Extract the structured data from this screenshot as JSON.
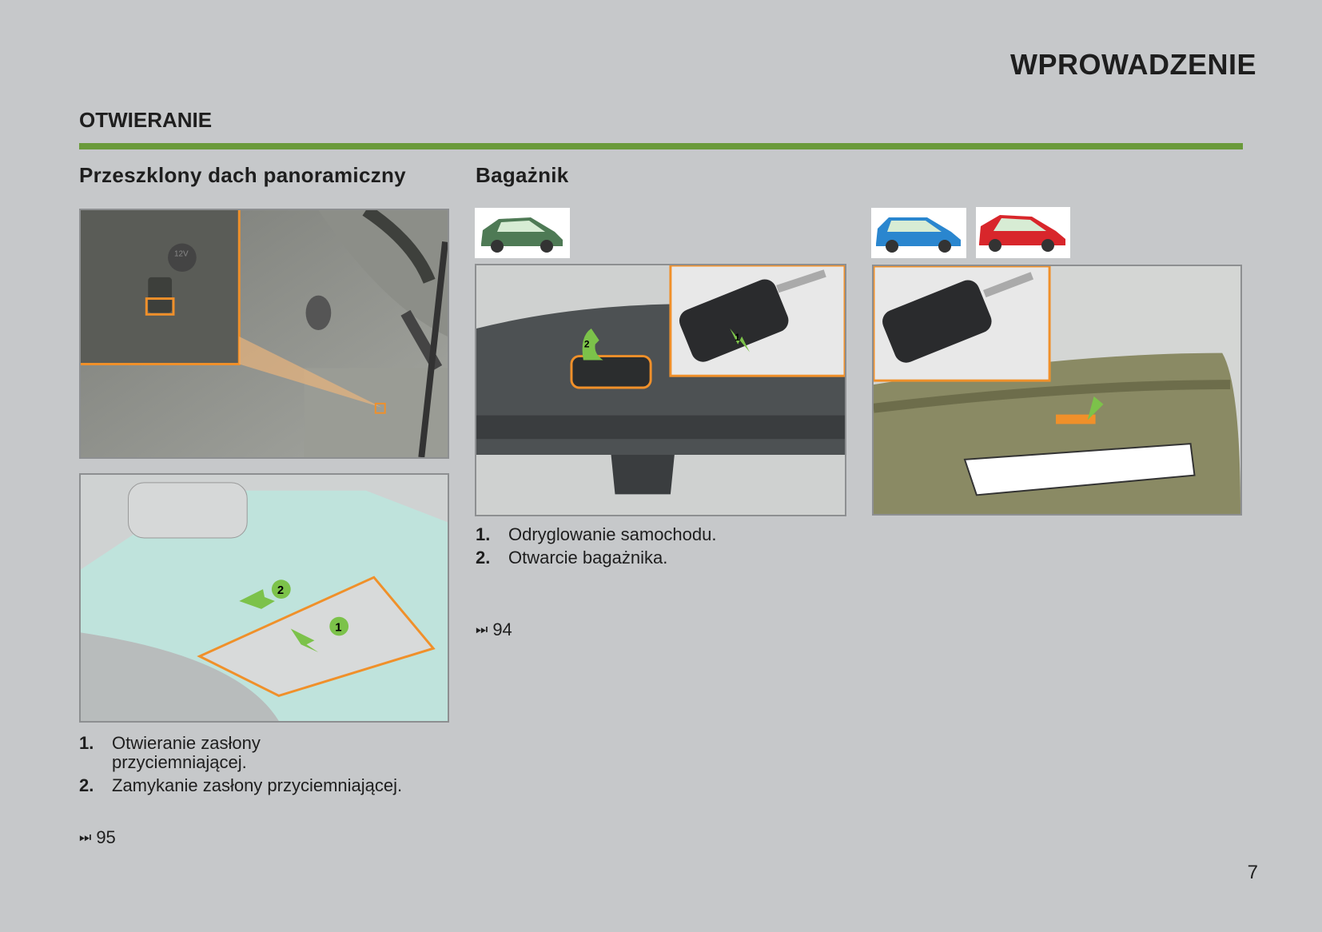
{
  "header": {
    "chapter": "WPROWADZENIE",
    "section": "OTWIERANIE"
  },
  "colors": {
    "rule": "#6a9a3a",
    "highlight": "#f0902a",
    "arrow": "#7cc24a"
  },
  "left": {
    "title": "Przeszklony dach panoramiczny",
    "figure1_label": "12V",
    "figure2_callouts": [
      "2",
      "1"
    ],
    "items": [
      {
        "num": "1.",
        "text": "Otwieranie zasłony przyciemniającej."
      },
      {
        "num": "2.",
        "text": "Zamykanie zasłony przyciemniającej."
      }
    ],
    "ref": {
      "icon": "skip-forward-icon",
      "glyph": "⏭",
      "page": "95"
    }
  },
  "right": {
    "title": "Bagażnik",
    "badges": [
      {
        "name": "green-hatchback",
        "color": "#4e7a55"
      },
      {
        "name": "blue-sw",
        "color": "#2a86cf"
      },
      {
        "name": "red-rc",
        "color": "#d8262b"
      }
    ],
    "callouts": [
      "1",
      "2"
    ],
    "items": [
      {
        "num": "1.",
        "text": "Odryglowanie samochodu."
      },
      {
        "num": "2.",
        "text": "Otwarcie bagażnika."
      }
    ],
    "ref": {
      "icon": "skip-forward-icon",
      "glyph": "⏭",
      "page": "94"
    }
  },
  "footer": {
    "page_number": "7"
  }
}
